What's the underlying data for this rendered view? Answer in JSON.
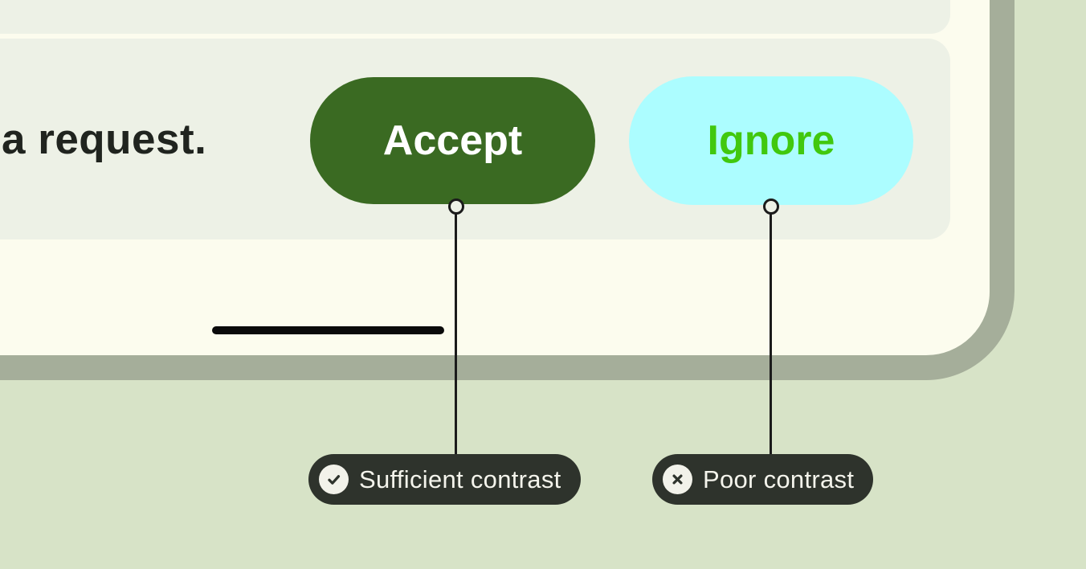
{
  "phone": {
    "message_text": "a request.",
    "buttons": [
      {
        "label": "Accept",
        "background": "#3a6a22",
        "text_color": "#ffffff"
      },
      {
        "label": "Ignore",
        "background": "#acfdff",
        "text_color": "#41c80e"
      }
    ]
  },
  "annotations": [
    {
      "icon": "check-circle",
      "label": "Sufficient contrast"
    },
    {
      "icon": "x-circle",
      "label": "Poor contrast"
    }
  ],
  "colors": {
    "page-bg": "#d7e3c7",
    "frame-border": "#a5ae9a",
    "screen-bg": "#fcfcee",
    "card-bg": "#edf1e6",
    "message-ink": "#20241f",
    "accept-bg": "#3a6a22",
    "accept-text": "#ffffff",
    "ignore-bg": "#acfdff",
    "ignore-text": "#41c80e",
    "home-bar": "#0a0a0a",
    "connector-ink": "#1b1b1b",
    "callout-bg": "#2e332c",
    "callout-text": "#f4f4ec",
    "icon-circle-bg": "#f2f2ea",
    "icon-glyph": "#2e332c"
  }
}
